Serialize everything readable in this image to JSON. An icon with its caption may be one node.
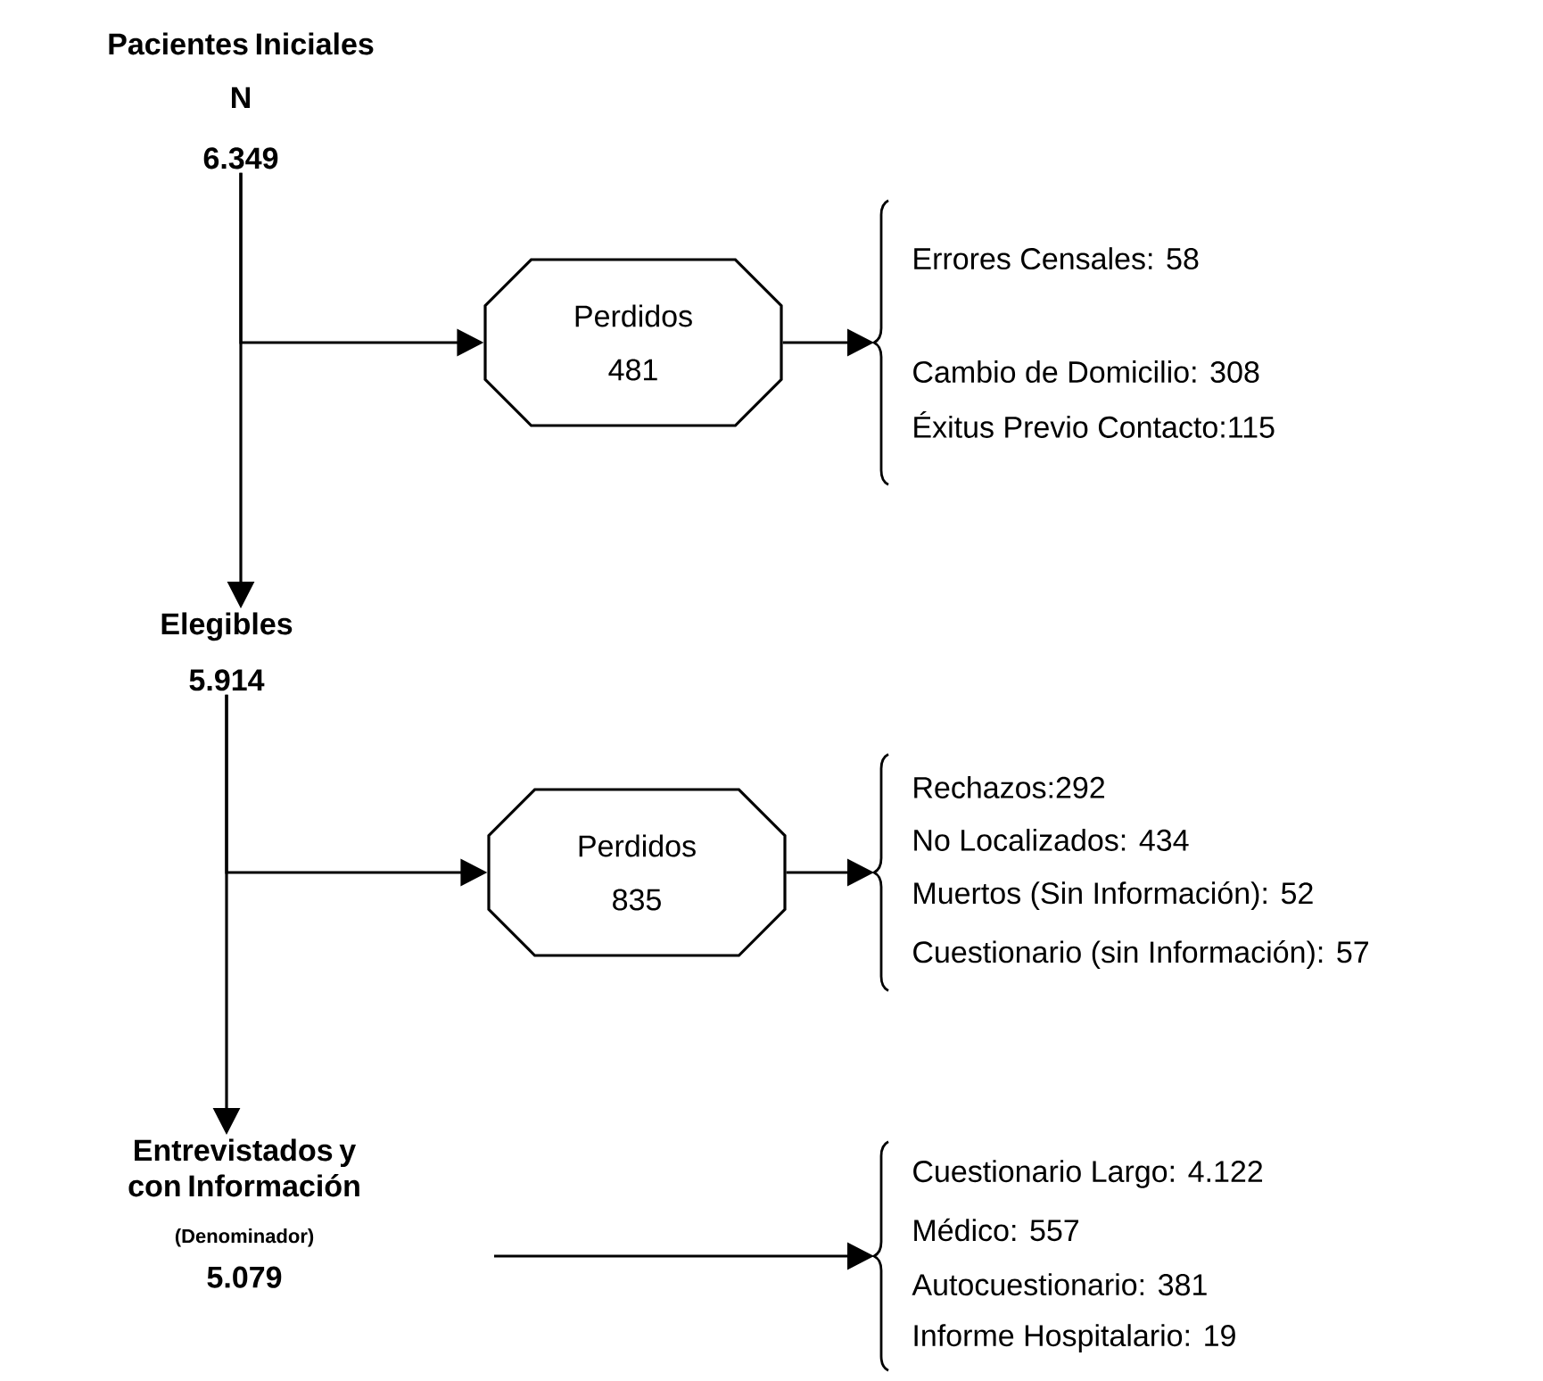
{
  "diagram": {
    "nodes": [
      {
        "text": [
          "Pacientes Iniciales",
          "N",
          "6.349"
        ]
      },
      {
        "text": [
          "Perdidos",
          "481"
        ]
      },
      {
        "text": [
          "Errores Censales: 58",
          "Cambio de Domicilio: 308",
          "Éxitus Previo Contacto:115"
        ]
      },
      {
        "text": [
          "Elegibles",
          "5.914"
        ]
      },
      {
        "text": [
          "Perdidos",
          "835"
        ]
      },
      {
        "text": [
          "Rechazos:292",
          "No Localizados: 434",
          "Muertos (Sin Información): 52",
          "Cuestionario (sin Información): 57"
        ]
      },
      {
        "text": [
          "Entrevistados y con Información",
          "(Denominador)",
          "5.079"
        ]
      },
      {
        "text": [
          "Cuestionario Largo: 4.122",
          "Médico: 557",
          "Autocuestionario: 381",
          "Informe Hospitalario: 19"
        ]
      }
    ],
    "edges": [
      {
        "from": 0,
        "to": 3,
        "arrow": "to"
      },
      {
        "from": 0,
        "to": 1,
        "arrow": "to"
      },
      {
        "from": 1,
        "to": 2,
        "arrow": "to"
      },
      {
        "from": 3,
        "to": 6,
        "arrow": "to"
      },
      {
        "from": 3,
        "to": 4,
        "arrow": "to"
      },
      {
        "from": 4,
        "to": 5,
        "arrow": "to"
      },
      {
        "from": null,
        "to": 7,
        "arrow": "to"
      }
    ]
  }
}
